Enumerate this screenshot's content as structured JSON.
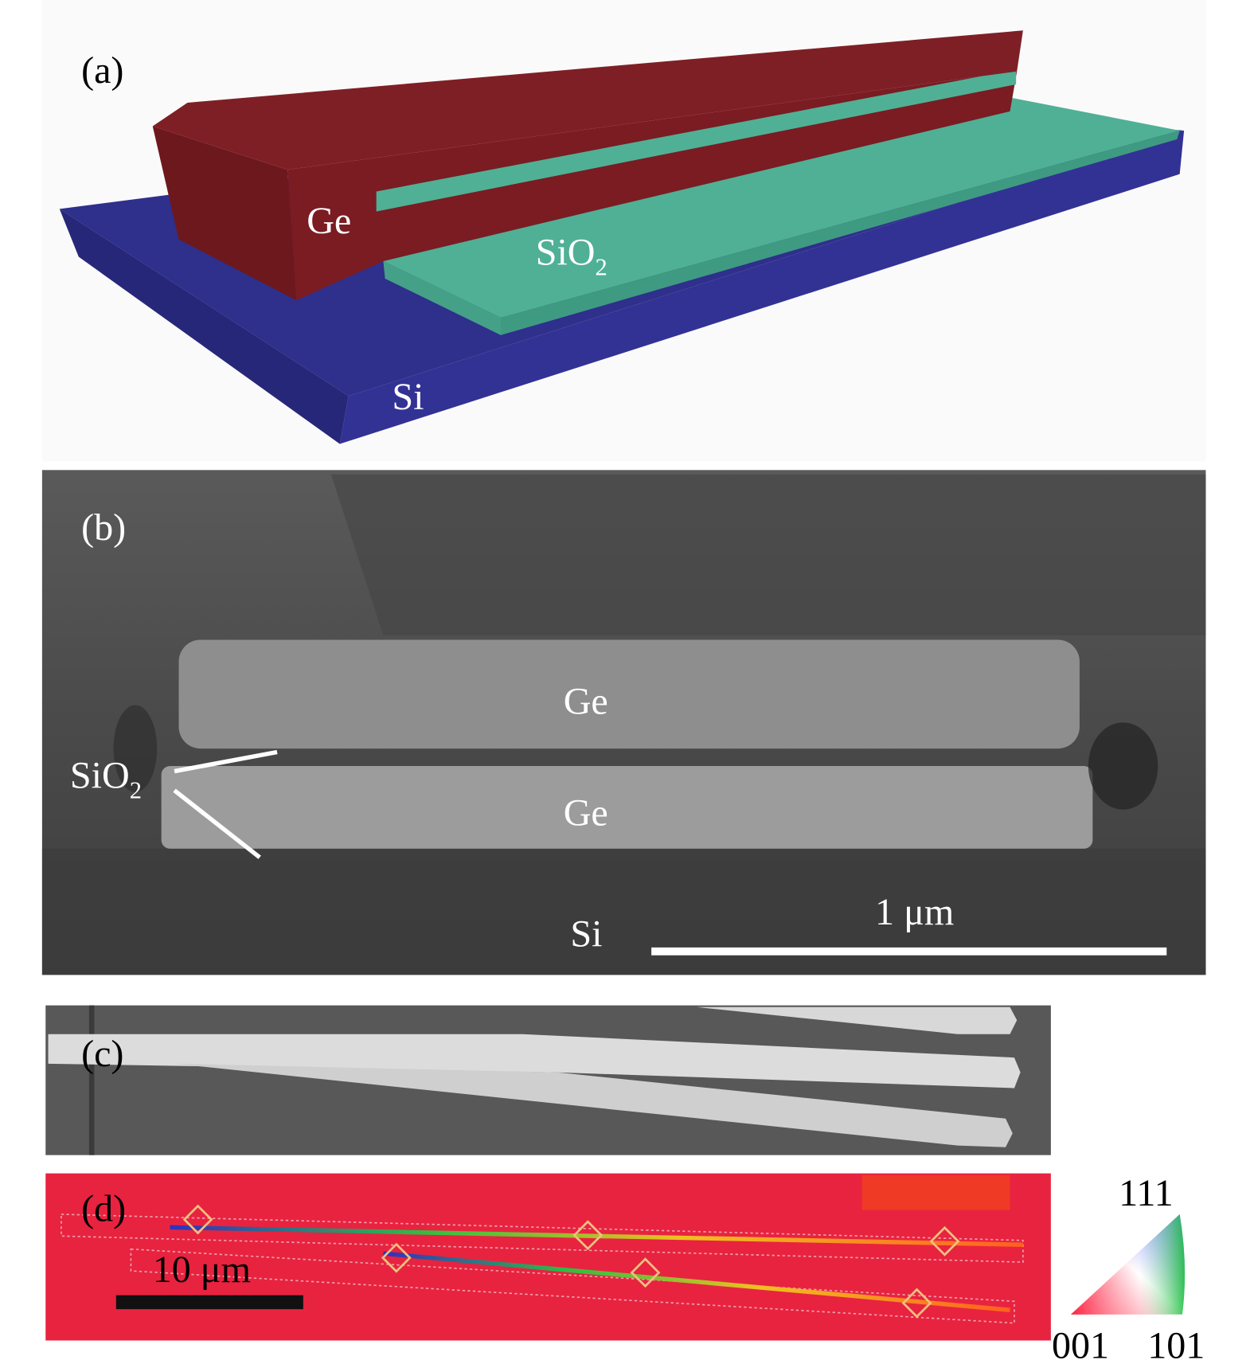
{
  "panel_a": {
    "tag": "(a)",
    "labels": {
      "ge": "Ge",
      "sio2_main": "SiO",
      "sio2_sub": "2",
      "si": "Si"
    },
    "colors": {
      "ge": "#7a1c22",
      "sio2": "#4fb096",
      "si": "#2d2d86"
    }
  },
  "panel_b": {
    "tag": "(b)",
    "labels": {
      "ge_top": "Ge",
      "ge_bottom": "Ge",
      "sio2_main": "SiO",
      "sio2_sub": "2",
      "si": "Si"
    },
    "scale_bar": "1 μm"
  },
  "panel_c": {
    "tag": "(c)"
  },
  "panel_d": {
    "tag": "(d)",
    "scale_bar": "10 μm",
    "legend": {
      "top": "111",
      "left": "001",
      "right": "101"
    },
    "colors": {
      "background": "#e8233f"
    }
  }
}
